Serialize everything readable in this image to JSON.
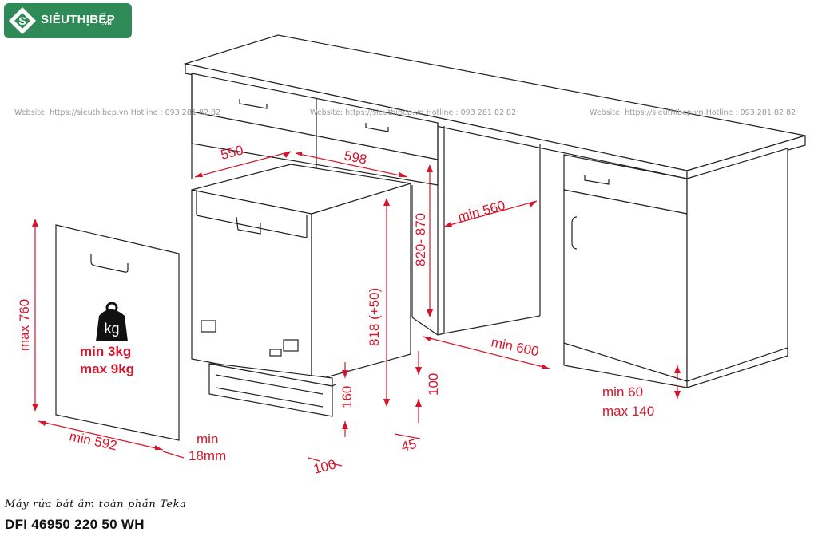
{
  "brand": {
    "name": "SIÊUTHỊBẾP",
    "tld": ".VN",
    "color": "#2e8b57"
  },
  "watermarks": [
    "Website: https://sieuthibep.vn       Hotline : 093 281 82 82",
    "Website: https://sieuthibep.vn Hotline : 093 281 82 82",
    "Website: https://sieuthibep.vn Hotline : 093 281 82 82"
  ],
  "dimensions": {
    "width_550": "550",
    "width_598": "598",
    "min_560": "min 560",
    "height_820_870": "820- 870",
    "height_818": "818 (+50)",
    "max_760": "max 760",
    "min_600": "min 600",
    "plinth_100": "100",
    "foot_160": "160",
    "depth_45": "45",
    "bottom_100": "100",
    "min_592": "min 592",
    "min_label": "min",
    "door_18mm": "18mm",
    "min_60": "min 60",
    "max_140": "max 140"
  },
  "door_weight": {
    "icon_text": "kg",
    "min": "min  3kg",
    "max": "max 9kg"
  },
  "caption": "Máy rửa bát âm toàn phần Teka",
  "model": "DFI 46950 220 50 WH",
  "colors": {
    "dimension": "#d6152b",
    "line": "#222222"
  }
}
